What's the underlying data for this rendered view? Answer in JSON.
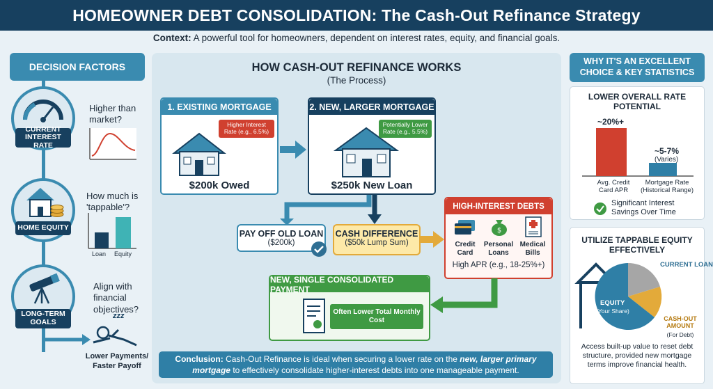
{
  "header": {
    "title": "HOMEOWNER DEBT CONSOLIDATION: The Cash-Out Refinance Strategy",
    "context_label": "Context:",
    "context_text": "A powerful tool for homeowners, dependent on interest rates, equity, and financial goals."
  },
  "left": {
    "title": "DECISION FACTORS",
    "factors": [
      {
        "tag": "CURRENT INTEREST RATE",
        "question": "Higher than market?"
      },
      {
        "tag": "HOME EQUITY",
        "question": "How much is 'tappable'?",
        "bars": [
          "Loan",
          "Equity"
        ]
      },
      {
        "tag": "LONG-TERM GOALS",
        "question": "Align with financial objectives?"
      }
    ],
    "sleep_icon_text": "zzz",
    "goal_result": "Lower Payments/ Faster Payoff"
  },
  "center": {
    "title": "HOW CASH-OUT REFINANCE WORKS",
    "subtitle": "(The Process)",
    "existing": {
      "header": "1. EXISTING MORTGAGE",
      "badge": "Higher Interest Rate (e.g., 6.5%)",
      "amount": "$200k Owed"
    },
    "new_loan": {
      "header": "2. NEW, LARGER MORTGAGE",
      "badge": "Potentially Lower Rate (e.g., 5.5%)",
      "amount": "$250k New Loan"
    },
    "payoff": {
      "title": "PAY OFF OLD LOAN",
      "sub": "($200k)"
    },
    "cash_diff": {
      "title": "CASH DIFFERENCE",
      "sub": "($50k Lump Sum)"
    },
    "high_interest": {
      "header": "HIGH-INTEREST DEBTS",
      "items": [
        "Credit Card",
        "Personal Loans",
        "Medical Bills"
      ],
      "apr": "High APR (e.g., 18-25%+)"
    },
    "consolidated": {
      "header": "NEW, SINGLE CONSOLIDATED PAYMENT",
      "note": "Often Lower Total Monthly Cost"
    },
    "conclusion": {
      "label": "Conclusion:",
      "part1": "Cash-Out Refinance is ideal when securing a lower rate on the",
      "emph": "new, larger primary mortgage",
      "part2": "to effectively consolidate higher-interest debts into one manageable payment."
    }
  },
  "right": {
    "title": "WHY IT'S AN EXCELLENT CHOICE & KEY STATISTICS",
    "rate_card": {
      "title": "LOWER OVERALL RATE POTENTIAL",
      "bar1_value": "~20%+",
      "bar1_label": "Avg. Credit Card APR",
      "bar2_value": "~5-7%",
      "bar2_note": "(Varies)",
      "bar2_label": "Mortgage Rate (Historical Range)",
      "savings": "Significant Interest Savings Over Time"
    },
    "equity_card": {
      "title": "UTILIZE TAPPABLE EQUITY EFFECTIVELY",
      "slice_loan": "CURRENT LOAN",
      "slice_equity": "EQUITY",
      "slice_equity_sub": "(Your Share)",
      "slice_cash": "CASH-OUT AMOUNT",
      "slice_cash_sub": "(For Debt)",
      "description": "Access built-up value to reset debt structure, provided new mortgage terms improve financial health."
    }
  },
  "colors": {
    "navy": "#17405f",
    "blue": "#3a8bb0",
    "red": "#d0402f",
    "green": "#3f9a43",
    "gold": "#e3aa3a"
  }
}
